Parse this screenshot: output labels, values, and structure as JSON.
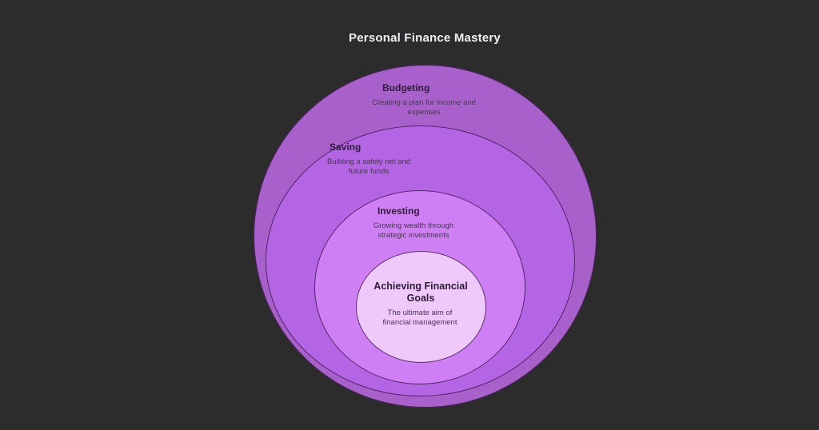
{
  "page": {
    "title": "Personal Finance Mastery"
  },
  "colors": {
    "background": "#2c2c2c",
    "title_text": "#f2f0f4",
    "ring_border": "#402050",
    "layer_label_text": "#2d1c36",
    "layer_description_text": "#4a3457"
  },
  "diagram": {
    "type": "onion",
    "title": "Personal Finance Mastery",
    "layers": [
      {
        "label": "Budgeting",
        "description": "Creating a plan for income and expenses",
        "fill": "#a861cb"
      },
      {
        "label": "Saving",
        "description": "Building a safety net and future funds",
        "fill": "#b365e4"
      },
      {
        "label": "Investing",
        "description": "Growing wealth through strategic investments",
        "fill": "#cf7ff4"
      },
      {
        "label": "Achieving Financial Goals",
        "description": "The ultimate aim of financial management",
        "fill": "#eec9f9"
      }
    ]
  }
}
